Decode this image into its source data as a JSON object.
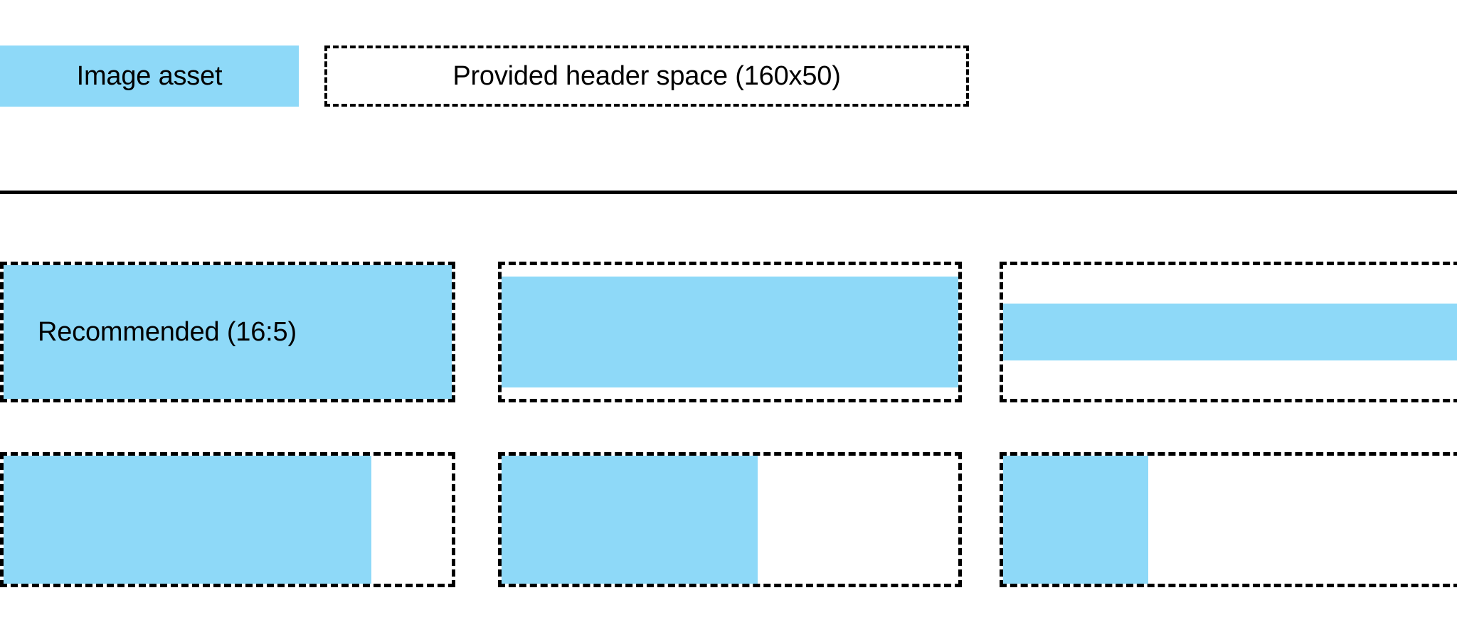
{
  "legend": {
    "asset_label": "Image asset",
    "space_label": "Provided header space (160x50)",
    "asset_swatch_name": "image-asset-swatch",
    "space_box_name": "provided-header-space-box"
  },
  "colors": {
    "asset_blue": "#8ed9f8",
    "outline": "#000000",
    "background": "#ffffff"
  },
  "examples": {
    "recommended_label": "Recommended (16:5)",
    "row1": [
      {
        "id": "recommended-16-5",
        "label": "Recommended (16:5)",
        "fill_width_pct": 100,
        "fill_height_pct": 100
      },
      {
        "id": "shorter-asset",
        "label": "",
        "fill_width_pct": 100,
        "fill_height_pct": 83
      },
      {
        "id": "short-band-asset",
        "label": "",
        "fill_width_pct": 100,
        "fill_height_pct": 43
      }
    ],
    "row2": [
      {
        "id": "wide-partial-asset",
        "label": "",
        "fill_width_pct": 82,
        "fill_height_pct": 100
      },
      {
        "id": "medium-partial-asset",
        "label": "",
        "fill_width_pct": 56,
        "fill_height_pct": 100
      },
      {
        "id": "narrow-partial-asset",
        "label": "",
        "fill_width_pct": 32,
        "fill_height_pct": 100
      }
    ]
  }
}
